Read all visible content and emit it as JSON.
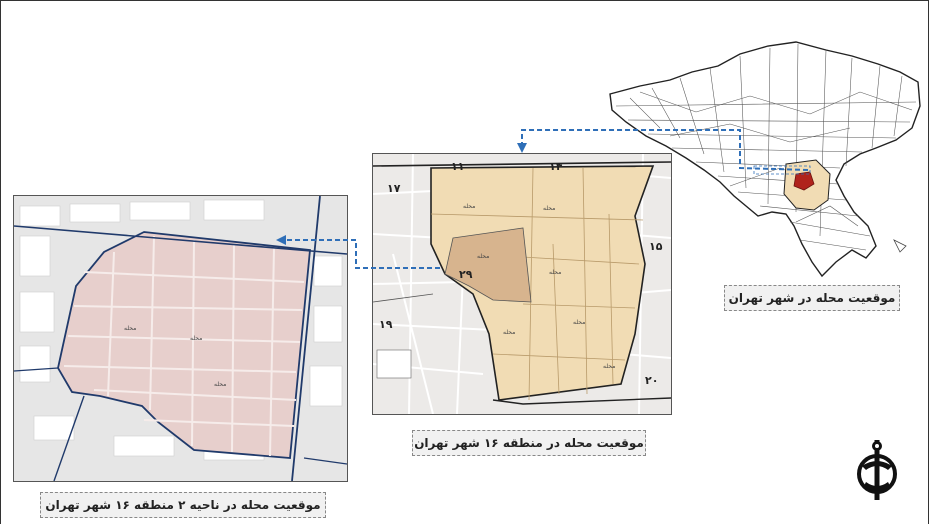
{
  "captions": {
    "tehran": "موقعیت محله در شهر تهران",
    "region16": "موقعیت محله در منطقه ۱۶ شهر تهران",
    "district2": "موقعیت محله در ناحیه ۲ منطقه ۱۶ شهر تهران"
  },
  "region_numbers": {
    "r11": "۱۱",
    "r14": "۱۴",
    "r15": "۱۵",
    "r17": "۱۷",
    "r19": "۱۹",
    "r20": "۲۰",
    "r29": "۲۹"
  },
  "colors": {
    "region_fill": "#f1dcb4",
    "neighborhood_fill": "#d7b48e",
    "district_fill": "#e7cfcc",
    "highlight_red": "#b0231c",
    "connector": "#2f6fb8",
    "boundary": "#203a6b"
  },
  "icons": {
    "logo": "organization-emblem-icon"
  }
}
